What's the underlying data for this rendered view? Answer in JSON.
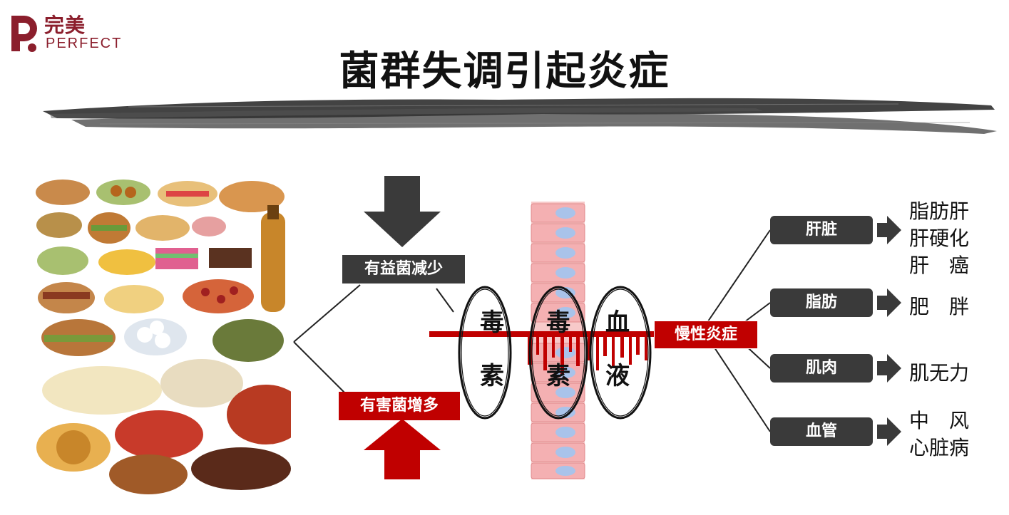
{
  "brand": {
    "name_cn": "完美",
    "name_en": "PERFECT",
    "color": "#8b1e2c"
  },
  "title": "菌群失调引起炎症",
  "tags": {
    "beneficial": "有益菌减少",
    "harmful": "有害菌增多",
    "inflammation": "慢性炎症"
  },
  "circles": [
    {
      "chars": [
        "毒",
        "素"
      ]
    },
    {
      "chars": [
        "毒",
        "素"
      ]
    },
    {
      "chars": [
        "血",
        "液"
      ]
    }
  ],
  "organs": [
    {
      "label": "肝脏",
      "results": [
        "脂肪肝",
        "肝硬化",
        "肝　癌"
      ]
    },
    {
      "label": "脂肪",
      "results": [
        "肥　胖"
      ]
    },
    {
      "label": "肌肉",
      "results": [
        "肌无力"
      ]
    },
    {
      "label": "血管",
      "results": [
        "中　风",
        "心脏病"
      ]
    }
  ],
  "colors": {
    "dark": "#3a3a3a",
    "red": "#c00000",
    "cell": "#f4b6b8",
    "nucleus": "#a9c3ea"
  }
}
